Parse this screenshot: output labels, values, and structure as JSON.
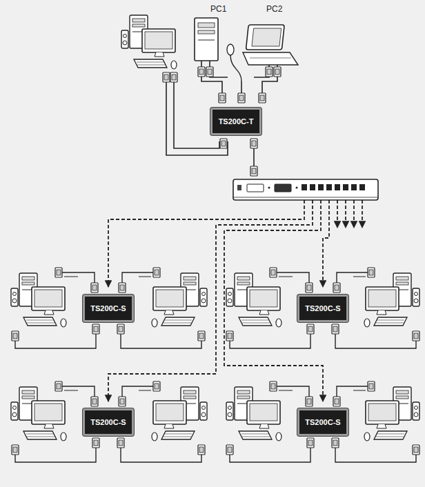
{
  "diagram": {
    "nodes": [
      {
        "text": [
          "TS200C-T"
        ]
      },
      {
        "text": [
          "TS200C-S"
        ]
      },
      {
        "text": [
          "TS200C-S"
        ]
      },
      {
        "text": [
          "TS200C-S"
        ]
      },
      {
        "text": [
          "TS200C-S"
        ]
      }
    ],
    "labels": [
      "PC1",
      "PC2"
    ]
  }
}
